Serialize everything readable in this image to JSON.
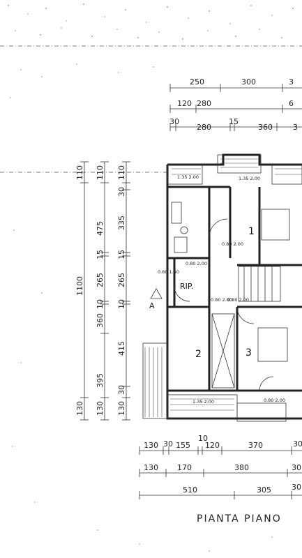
{
  "dims_top": {
    "row1": [
      "250",
      "300",
      "3"
    ],
    "row2": [
      "120",
      "280",
      "6"
    ],
    "row3": [
      "30",
      "280",
      "15",
      "360",
      "3"
    ]
  },
  "dims_left": {
    "col1": [
      "110",
      "1100",
      "130"
    ],
    "col2": [
      "110",
      "475",
      "15",
      "265",
      "10",
      "360",
      "395",
      "130"
    ],
    "col3": [
      "110",
      "30",
      "335",
      "15",
      "265",
      "10",
      "415",
      "30",
      "130"
    ]
  },
  "dims_bottom": {
    "row1": [
      "130",
      "30",
      "155",
      "10",
      "120",
      "370",
      "30"
    ],
    "row2": [
      "130",
      "170",
      "380",
      "30"
    ],
    "row3": [
      "510",
      "305",
      "30"
    ]
  },
  "rooms": {
    "room1": "1",
    "room2": "2",
    "room3": "3",
    "rip": "RIP."
  },
  "section_marker": "A",
  "door_labels": {
    "d1": "0.80 2.00",
    "d2": "0.80 2.00",
    "d3": "0.60 1.50",
    "d4": "0.80 2.00",
    "d5": "0.80 2.00",
    "d6": "0.80 2.00",
    "d7": "1.35 2.00",
    "d8": "1.35 2.00",
    "d9": "1.35 2.00"
  },
  "title": "PIANTA  PIANO"
}
